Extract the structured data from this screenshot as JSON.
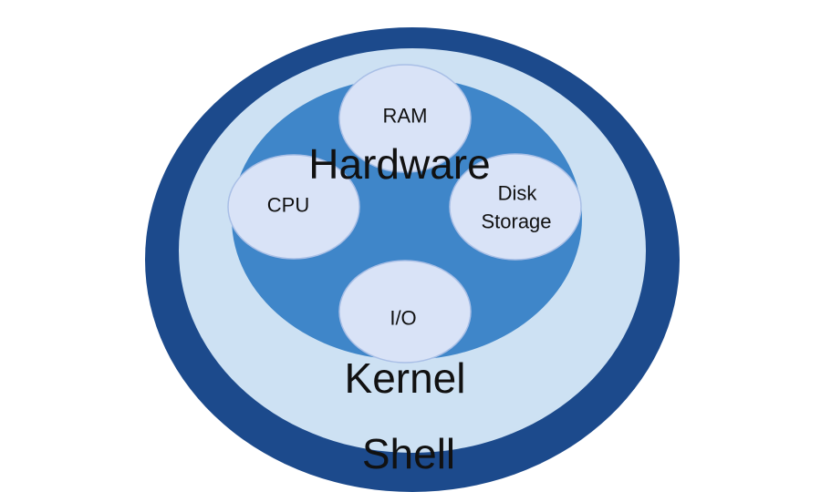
{
  "diagram": {
    "layers": {
      "shell": {
        "label": "Shell",
        "color": "#1c4a8c"
      },
      "kernel": {
        "label": "Kernel",
        "color": "#cde1f3"
      },
      "hardware": {
        "label": "Hardware",
        "color": "#3f86c9"
      }
    },
    "components": {
      "ram": {
        "label": "RAM"
      },
      "cpu": {
        "label": "CPU"
      },
      "disk_storage": {
        "label_line1": "Disk",
        "label_line2": "Storage"
      },
      "io": {
        "label": "I/O"
      }
    },
    "component_fill": "#d9e3f7",
    "component_stroke": "#a9bfe6"
  }
}
